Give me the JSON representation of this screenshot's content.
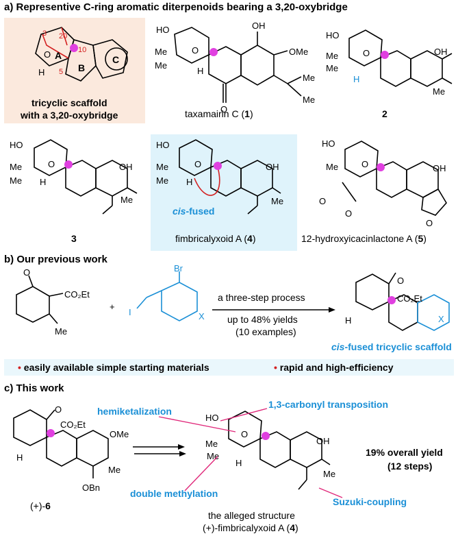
{
  "section_a": {
    "title": "a) Representive C-ring aromatic diterpenoids bearing a 3,20-oxybridge",
    "scaffold_caption_1": "tricyclic scaffold",
    "scaffold_caption_2": "with a 3,20-oxybridge",
    "ring_labels": {
      "a": "A",
      "b": "B",
      "c": "C",
      "o": "O",
      "h": "H"
    },
    "position_labels": {
      "p3": "3",
      "p20": "20",
      "p10": "10",
      "p5": "5"
    },
    "compound_1": {
      "name": "taxamairin C (",
      "number": "1",
      "close": ")"
    },
    "compound_2": {
      "number": "2"
    },
    "compound_3": {
      "number": "3"
    },
    "compound_4": {
      "prefix": "cis",
      "suffix": "-fused",
      "name": "fimbricalyxoid A (",
      "number": "4",
      "close": ")"
    },
    "compound_5": {
      "name": "12-hydroxyicacinlactone A (",
      "number": "5",
      "close": ")"
    },
    "atoms": {
      "ho": "HO",
      "me": "Me",
      "oh": "OH",
      "ome": "OMe",
      "o": "O",
      "h": "H"
    }
  },
  "section_b": {
    "title": "b) Our previous work",
    "plus": "+",
    "reagent_co2et": "CO₂Et",
    "reagent_me": "Me",
    "reagent_i": "I",
    "reagent_br": "Br",
    "reagent_x": "X",
    "conditions_1": "a three-step process",
    "conditions_2": "up to 48% yields",
    "conditions_3": "(10 examples)",
    "product_caption_prefix": "cis",
    "product_caption_suffix": "-fused tricyclic scaffold",
    "bullet_1": "easily available simple starting materials",
    "bullet_2": "rapid and high-efficiency",
    "bullet_glyph": "•"
  },
  "section_c": {
    "title": "c) This work",
    "start_label_prefix": "(+)-",
    "start_label_number": "6",
    "start_obn": "OBn",
    "start_ome": "OMe",
    "start_co2et": "CO₂Et",
    "annotations": {
      "hemiketalization": "hemiketalization",
      "transposition": "1,3-carbonyl transposition",
      "methylation": "double methylation",
      "suzuki": "Suzuki-coupling"
    },
    "yield_1": "19% overall yield",
    "yield_2": "(12 steps)",
    "target_caption_1": "the alleged structure",
    "target_caption_2_prefix": "(+)-fimbricalyxoid A (",
    "target_caption_2_number": "4",
    "target_caption_2_close": ")"
  },
  "colors": {
    "accent_blue": "#1a8fd6",
    "highlight_red": "#d32020",
    "magenta_dot": "#e040e0",
    "scaffold_bg": "#fbe9dd",
    "compound4_bg": "#dff3fb",
    "bullet_bar_bg": "#eaf7fc"
  }
}
